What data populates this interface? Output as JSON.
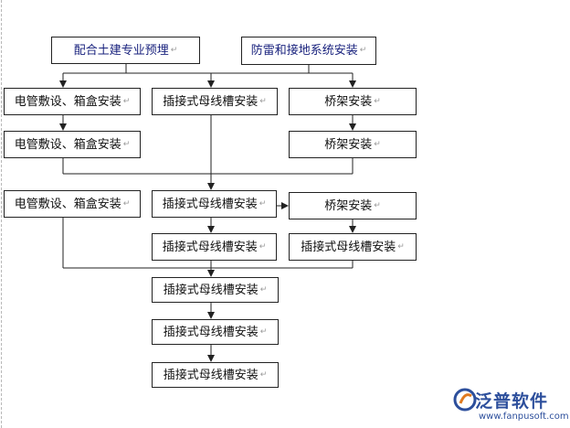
{
  "boxes": {
    "pre_embed": "配合土建专业预埋",
    "lightning": "防雷和接地系统安装",
    "conduit_1": "电管敷设、箱盒安装",
    "busway_1": "插接式母线槽安装",
    "tray_1": "桥架安装",
    "conduit_2": "电管敷设、箱盒安装",
    "tray_2": "桥架安装",
    "conduit_3": "电管敷设、箱盒安装",
    "busway_2": "插接式母线槽安装",
    "tray_3": "桥架安装",
    "busway_3": "插接式母线槽安装",
    "busway_4": "插接式母线槽安装",
    "busway_5": "插接式母线槽安装",
    "busway_6": "插接式母线槽安装",
    "busway_7": "插接式母线槽安装"
  },
  "para_mark": "↵",
  "logo": {
    "name": "泛普软件",
    "url": "www.fanpusoft.com"
  },
  "colors": {
    "line": "#222222",
    "box_border": "#222222",
    "logo": "#2d4f9c"
  }
}
